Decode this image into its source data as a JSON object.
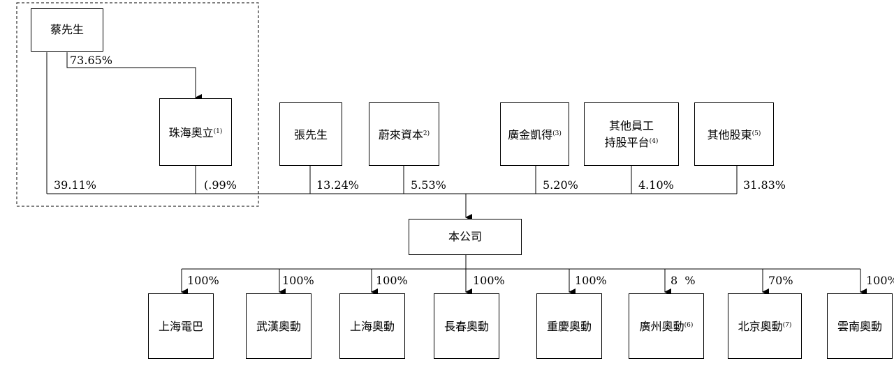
{
  "control_group": {
    "founder": "蔡先生",
    "founder_to_platform_pct": "73.65%",
    "platform": {
      "name": "珠海奧立",
      "note": "(1)"
    }
  },
  "shareholders": [
    {
      "name": "張先生",
      "note": ""
    },
    {
      "name": "蔚來資本",
      "note": "2)"
    },
    {
      "name": "廣金凱得",
      "note": "(3)"
    },
    {
      "name_line1": "其他員工",
      "name_line2": "持股平台",
      "note": "(4)"
    },
    {
      "name": "其他股東",
      "note": "(5)"
    }
  ],
  "holdings_in_company": {
    "founder": "39.11%",
    "platform": "(.99%",
    "zhang": "13.24%",
    "weilai": "5.53%",
    "guangjin": "5.20%",
    "employees": "4.10%",
    "others": "31.83%"
  },
  "company": "本公司",
  "subsidiaries": [
    {
      "name": "上海電巴",
      "note": "",
      "pct": "100%"
    },
    {
      "name": "武漢奧動",
      "note": "",
      "pct": "100%"
    },
    {
      "name": "上海奧動",
      "note": "",
      "pct": "100%"
    },
    {
      "name": "長春奧動",
      "note": "",
      "pct": "100%"
    },
    {
      "name": "重慶奧動",
      "note": "",
      "pct": "100%"
    },
    {
      "name": "廣州奧動",
      "note": "(6)",
      "pct": "8  %"
    },
    {
      "name": "北京奧動",
      "note": "(7)",
      "pct": "70%"
    },
    {
      "name": "雲南奧動",
      "note": "",
      "pct": "100%"
    }
  ]
}
